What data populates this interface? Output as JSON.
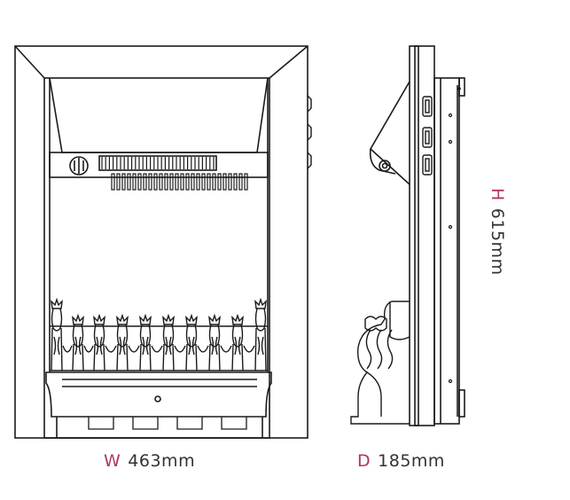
{
  "colors": {
    "accent": "#b0365a",
    "line": "#1a1a1a",
    "text": "#333333",
    "background": "#ffffff"
  },
  "dimensions": {
    "width": {
      "letter": "W",
      "value": "463mm"
    },
    "depth": {
      "letter": "D",
      "value": "185mm"
    },
    "height": {
      "letter": "H",
      "value": "615mm"
    }
  }
}
